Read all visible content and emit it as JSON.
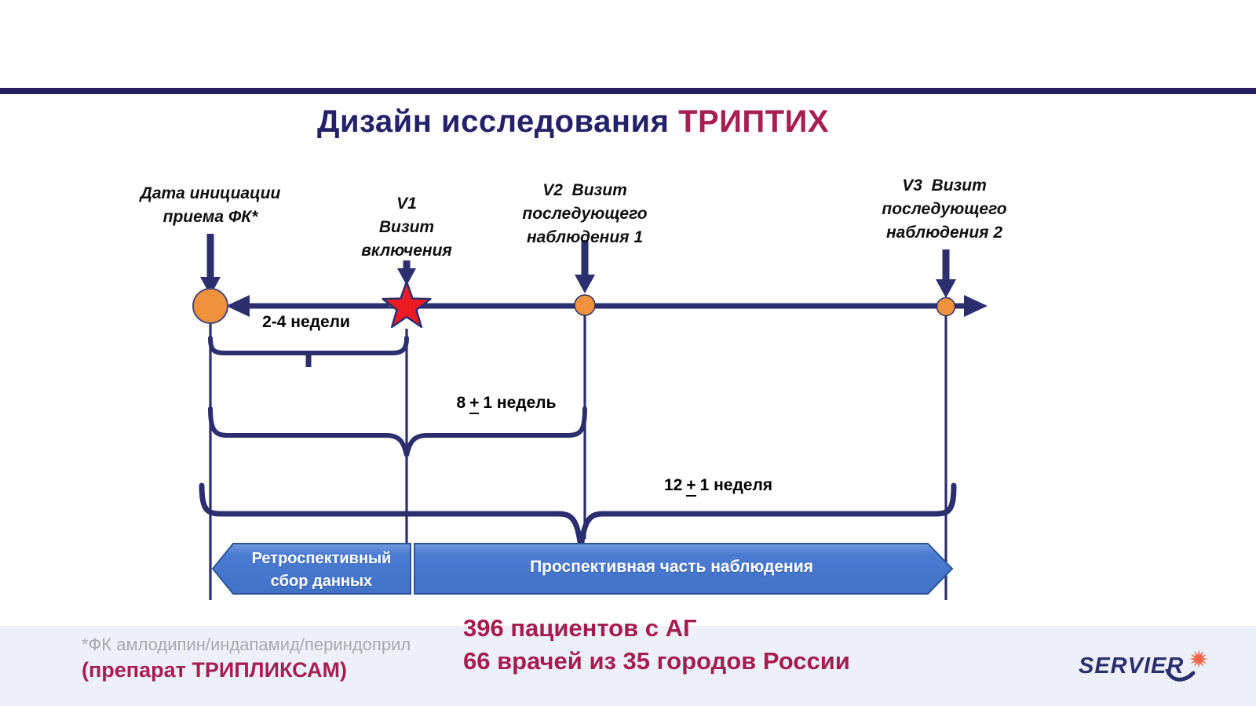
{
  "slide": {
    "title": {
      "main": "Дизайн исследования ",
      "accent": "ТРИПТИХ"
    }
  },
  "events": {
    "fk": {
      "line1": "Дата инициации",
      "line2": "приема ФК*"
    },
    "v1": {
      "line1": "V1",
      "line2": "Визит",
      "line3": "включения"
    },
    "v2": {
      "line1": "V2  Визит",
      "line2": "последующего",
      "line3": "наблюдения 1"
    },
    "v3": {
      "line1": "V3  Визит",
      "line2": "последующего",
      "line3": "наблюдения 2"
    }
  },
  "durations": {
    "d1": {
      "text": "2-4 недели"
    },
    "d2": {
      "value": "8",
      "plus": "+",
      "rest": "1 недель"
    },
    "d3": {
      "value": "12",
      "plus": "+",
      "rest": "1 неделя"
    }
  },
  "phases": {
    "retrospective": {
      "line1": "Ретроспективный",
      "line2": "сбор данных"
    },
    "prospective": {
      "label": "Проспективная часть наблюдения"
    }
  },
  "footer": {
    "footnote_line1": "*ФК амлодипин/индапамид/периндоприл",
    "footnote_line2": "(препарат ТРИПЛИКСАМ)",
    "stats_line1": "396 пациентов с АГ",
    "stats_line2": "66 врачей из 35 городов России",
    "logo_text": "SERVIER"
  },
  "icons": {
    "star_marker": "red-star-marker",
    "circle_marker": "orange-circle-marker",
    "starburst": "servier-starburst-icon"
  },
  "colors": {
    "navy": "#2b2f6d",
    "top_bar": "#232060",
    "title_navy": "#232268",
    "crimson": "#a61e52",
    "orange": "#f0913b",
    "star_red": "#ed1c24",
    "banner_blue": "#4a7ad0",
    "banner_border": "#2b5597",
    "footer_band": "#edf0f8",
    "footnote_gray": "#a8a9b0",
    "logo_orange": "#f4694b"
  }
}
